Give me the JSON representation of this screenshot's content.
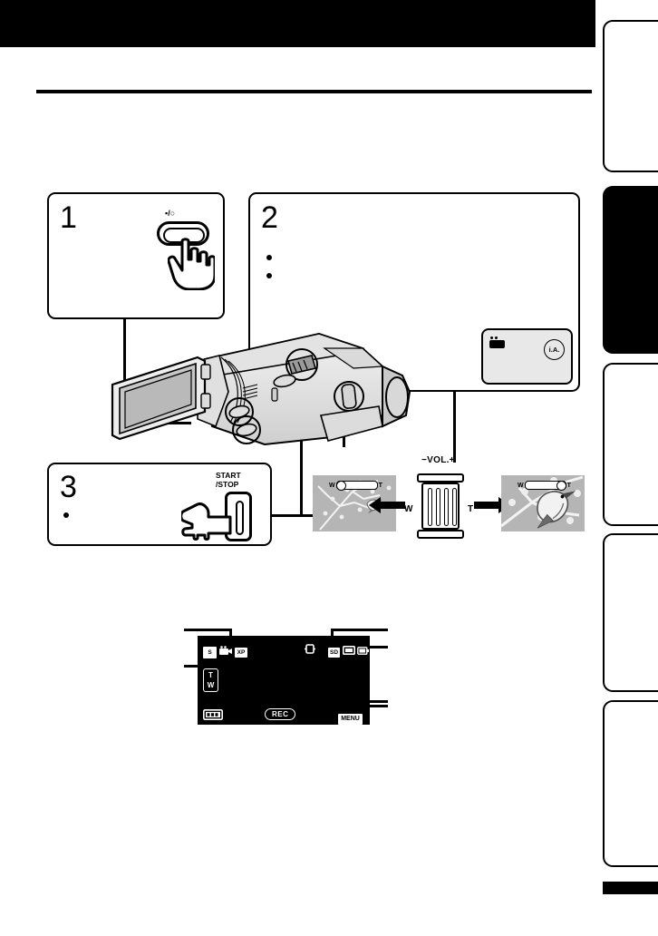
{
  "header": {
    "bar_color": "#000000",
    "title": "",
    "intro": ""
  },
  "side_tabs": {
    "items": [
      {
        "label": "",
        "active": false
      },
      {
        "label": "",
        "active": true
      },
      {
        "label": "",
        "active": false
      },
      {
        "label": "",
        "active": false
      },
      {
        "label": "",
        "active": false
      }
    ],
    "foot_bar_color": "#000000"
  },
  "steps": [
    {
      "number": "1",
      "text": "",
      "button": {
        "icons_label": "▪/○",
        "name": "video-photo-mode-button"
      }
    },
    {
      "number": "2",
      "text": "",
      "bullets": [
        "",
        ""
      ],
      "lcd_preview": {
        "video_icon": "video-mode-icon",
        "badge": "i.A."
      }
    },
    {
      "number": "3",
      "text": "",
      "bullets": [
        ""
      ],
      "button": {
        "label_line1": "START",
        "label_line2": "/STOP",
        "name": "start-stop-button"
      }
    }
  ],
  "zoom_control": {
    "lever_label": "−VOL.+",
    "wide_label": "W",
    "tele_label": "T",
    "left_photo": {
      "caption": "",
      "bar_left": "W",
      "bar_right": "T",
      "knob_position": "left"
    },
    "right_photo": {
      "caption": "",
      "bar_left": "W",
      "bar_right": "T",
      "knob_position": "right"
    }
  },
  "screen_reference": {
    "background": "#000000",
    "top_left_icons": [
      "S",
      "video-camera-icon",
      "image-quality-icon"
    ],
    "top_right_icons": [
      "image-stabilizer-icon",
      "media-icon",
      "battery-icon"
    ],
    "zoom_indicator": {
      "top": "T",
      "bottom": "W"
    },
    "bottom_bar": {
      "left_icon": "playback-icon",
      "center_label": "REC",
      "right_label": "MENU"
    },
    "callouts": [
      "",
      "",
      "",
      "",
      "",
      ""
    ]
  },
  "footer": {
    "note": ""
  }
}
